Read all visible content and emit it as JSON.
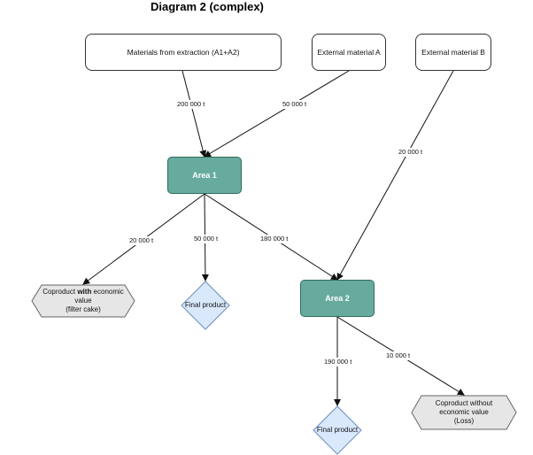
{
  "title": "Diagram 2 (complex)",
  "nodes": {
    "extraction": "Materials from extraction (A1+A2)",
    "external_a": "External material A",
    "external_b": "External material B",
    "area1": "Area 1",
    "area2": "Area 2",
    "coproduct_pre": "Coproduct ",
    "coproduct_bold": "with",
    "coproduct_post": " economic",
    "coproduct_line2": "value",
    "coproduct_line3": "(filter cake)",
    "final_product_1": "Final product",
    "final_product_2": "Final product",
    "loss_line1": "Coproduct without",
    "loss_line2": "economic value",
    "loss_line3": "(Loss)"
  },
  "edges": {
    "extraction_to_area1": "200 000 t",
    "external_a_to_area1": "50 000 t",
    "external_b_to_area2": "20 000 t",
    "area1_to_coproduct": "20 000 t",
    "area1_to_final": "50 000 t",
    "area1_to_area2": "180 000 t",
    "area2_to_final": "190 000 t",
    "area2_to_loss": "10 000 t"
  },
  "colors": {
    "area_fill": "#67ab9f",
    "area_stroke": "#2f6b5c",
    "final_product_fill": "#dae8fc",
    "final_product_stroke": "#6c8ebf",
    "coproduct_fill": "#e6e6e6",
    "coproduct_stroke": "#666666"
  }
}
